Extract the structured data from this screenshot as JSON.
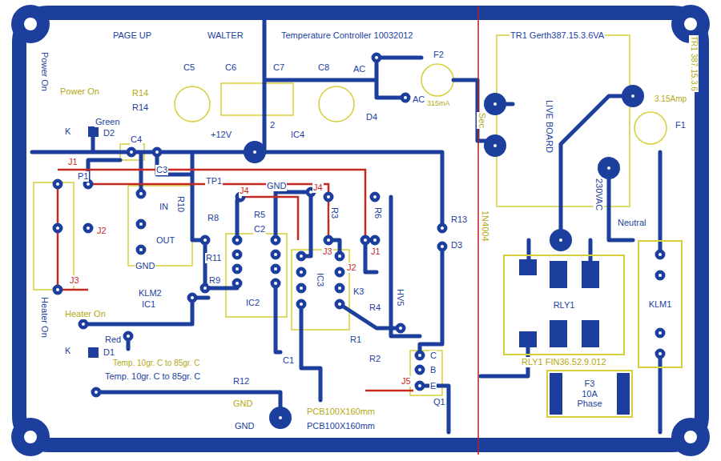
{
  "diagram": {
    "title": "Temperature Controller 10032012",
    "nodes": [
      {
        "text": [
          "RLY1"
        ]
      },
      {
        "text": [
          "KLM1"
        ]
      },
      {
        "text": [
          "F3",
          "10A",
          "Phase"
        ]
      }
    ],
    "labels": [
      "PAGE UP",
      "WALTER",
      "TR1 Gerth387.15.3.6VA",
      "TR1 387.15.3.6",
      "F2",
      "AC",
      "AC",
      "315mA",
      "Sec",
      "C5",
      "C6",
      "C7",
      "C8",
      "IC4",
      "+12V",
      "2",
      "D4",
      "R14",
      "R14",
      "Power On",
      "Green",
      "D2",
      "K",
      "Power On",
      "LIVE BOARD",
      "230VAC",
      "F1",
      "3.15Amp",
      "Neutral",
      "C4",
      "J1",
      "P1",
      "C3",
      "TP1",
      "IN",
      "R10",
      "OUT",
      "GND",
      "KLM2",
      "IC1",
      "J2",
      "J3",
      "J4",
      "GND",
      "R8",
      "R5",
      "C2",
      "R11",
      "R9",
      "IC2",
      "J4",
      "R3",
      "R6",
      "J3",
      "J1",
      "J2",
      "IC3",
      "K3",
      "R4",
      "R1",
      "R2",
      "HV5",
      "C1",
      "R13",
      "D3",
      "1N4004",
      "C",
      "B",
      "E",
      "Q1",
      "RLY1 FIN36.52.9.012",
      "Heater On",
      "Heater On",
      "Red",
      "D1",
      "K",
      "Temp. 10gr. C to 85gr. C",
      "Temp. 10gr. C to 85gr. C",
      "R12",
      "GND",
      "GND",
      "PCB100X160mm",
      "PCB100X160mm",
      "J5"
    ]
  }
}
